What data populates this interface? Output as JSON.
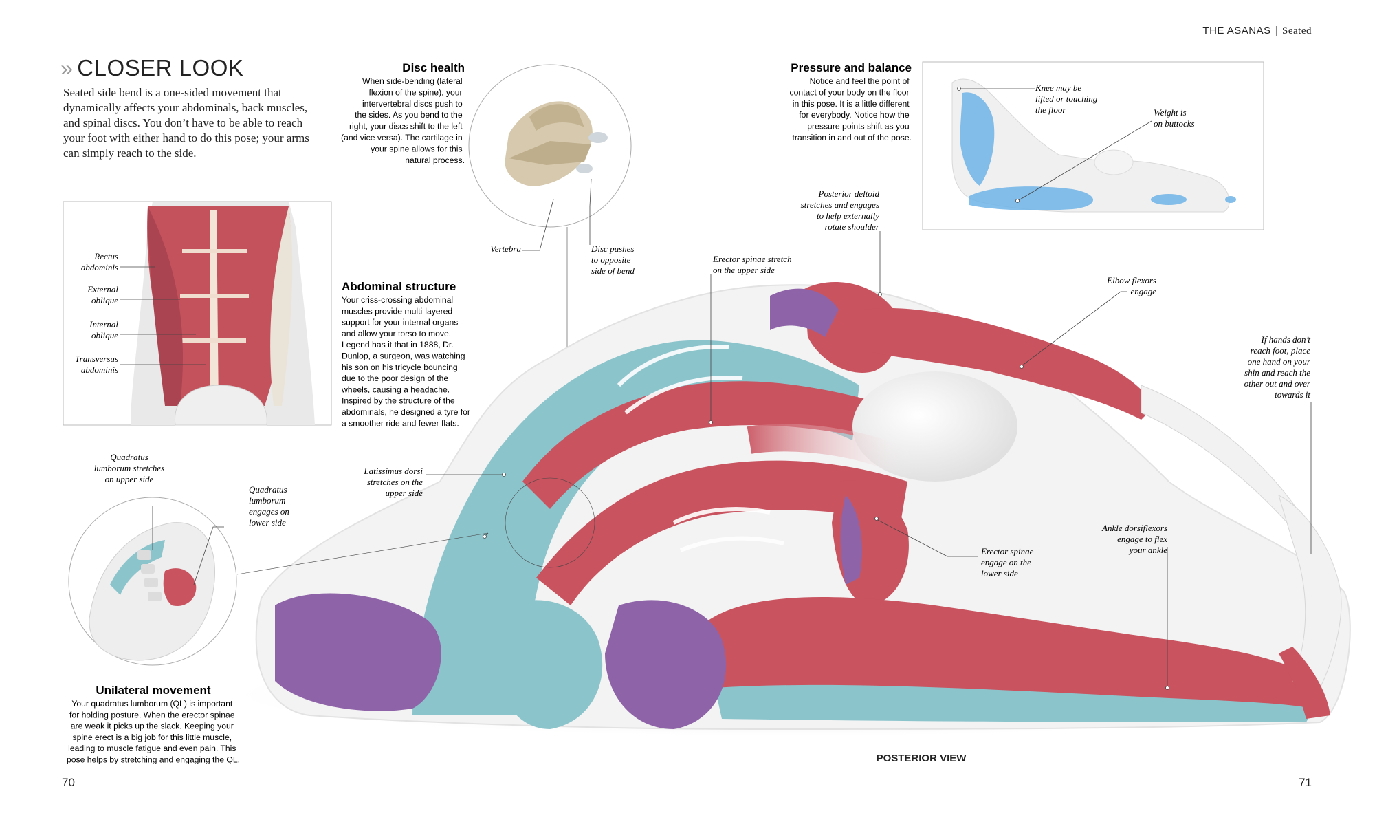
{
  "header": {
    "section": "THE ASANAS",
    "subsection": "Seated"
  },
  "closer_look": {
    "title": "CLOSER LOOK",
    "intro": "Seated side bend is a one-sided movement that dynamically affects your abdominals, back muscles, and spinal discs. You don’t have to be able to reach your foot with either hand to do this pose; your arms can simply reach to the side."
  },
  "disc_health": {
    "title": "Disc health",
    "lines": [
      "When side-bending (lateral",
      "flexion of the spine), your",
      "intervertebral discs push to",
      "the sides. As you bend to the",
      "right, your discs shift to the left",
      "(and vice versa). The cartilage in",
      "your spine allows for this",
      "natural process."
    ],
    "label_vertebra": "Vertebra",
    "label_disc": [
      "Disc pushes",
      "to opposite",
      "side of bend"
    ]
  },
  "pressure_balance": {
    "title": "Pressure and balance",
    "lines": [
      "Notice and feel the point of",
      "contact of your body on the floor",
      "in this pose. It is a little different",
      "for everybody. Notice how the",
      "pressure points shift as you",
      "transition in and out of the pose."
    ],
    "label_knee": [
      "Knee may be",
      "lifted or touching",
      "the floor"
    ],
    "label_weight": [
      "Weight is",
      "on buttocks"
    ]
  },
  "abdominal_structure": {
    "title": "Abdominal structure",
    "lines": [
      "Your criss-crossing abdominal",
      "muscles provide multi-layered",
      "support for your internal organs",
      "and allow your torso to move.",
      "Legend has it that in 1888, Dr.",
      "Dunlop, a surgeon, was watching",
      "his son on his tricycle bouncing",
      "due to the poor design of the",
      "wheels, causing a headache.",
      "Inspired by the structure of the",
      "abdominals, he designed a tyre for",
      "a smoother ride and fewer flats."
    ],
    "labels": [
      [
        "Rectus",
        "abdominis"
      ],
      [
        "External",
        "oblique"
      ],
      [
        "Internal",
        "oblique"
      ],
      [
        "Transversus",
        "abdominis"
      ]
    ]
  },
  "unilateral": {
    "title": "Unilateral movement",
    "lines": [
      "Your quadratus lumborum (QL) is important",
      "for holding posture. When the erector spinae",
      "are weak it picks up the slack. Keeping your",
      "spine erect is a big job for this little muscle,",
      "leading to muscle fatigue and even pain. This",
      "pose helps by stretching and engaging the QL."
    ],
    "label_ql_upper": [
      "Quadratus",
      "lumborum stretches",
      "on upper side"
    ],
    "label_ql_lower": [
      "Quadratus",
      "lumborum",
      "engages on",
      "lower side"
    ]
  },
  "main_labels": {
    "posterior_deltoid": [
      "Posterior deltoid",
      "stretches and engages",
      "to help externally",
      "rotate shoulder"
    ],
    "erector_upper": [
      "Erector spinae stretch",
      "on the upper side"
    ],
    "elbow_flexors": [
      "Elbow flexors",
      "engage"
    ],
    "hands": [
      "If hands don’t",
      "reach foot, place",
      "one hand on your",
      "shin and reach the",
      "other out and over",
      "towards it"
    ],
    "latissimus": [
      "Latissimus dorsi",
      "stretches on the",
      "upper side"
    ],
    "erector_lower": [
      "Erector spinae",
      "engage on the",
      "lower side"
    ],
    "ankle": [
      "Ankle dorsiflexors",
      "engage to flex",
      "your ankle"
    ],
    "view": "POSTERIOR VIEW"
  },
  "pages": {
    "left": "70",
    "right": "71"
  },
  "colors": {
    "muscle_red": "#c9535f",
    "muscle_blue": "#8cc4cc",
    "muscle_purple": "#8e63a8",
    "bone": "#efefef",
    "pressure_blue": "#6fb3e6"
  }
}
